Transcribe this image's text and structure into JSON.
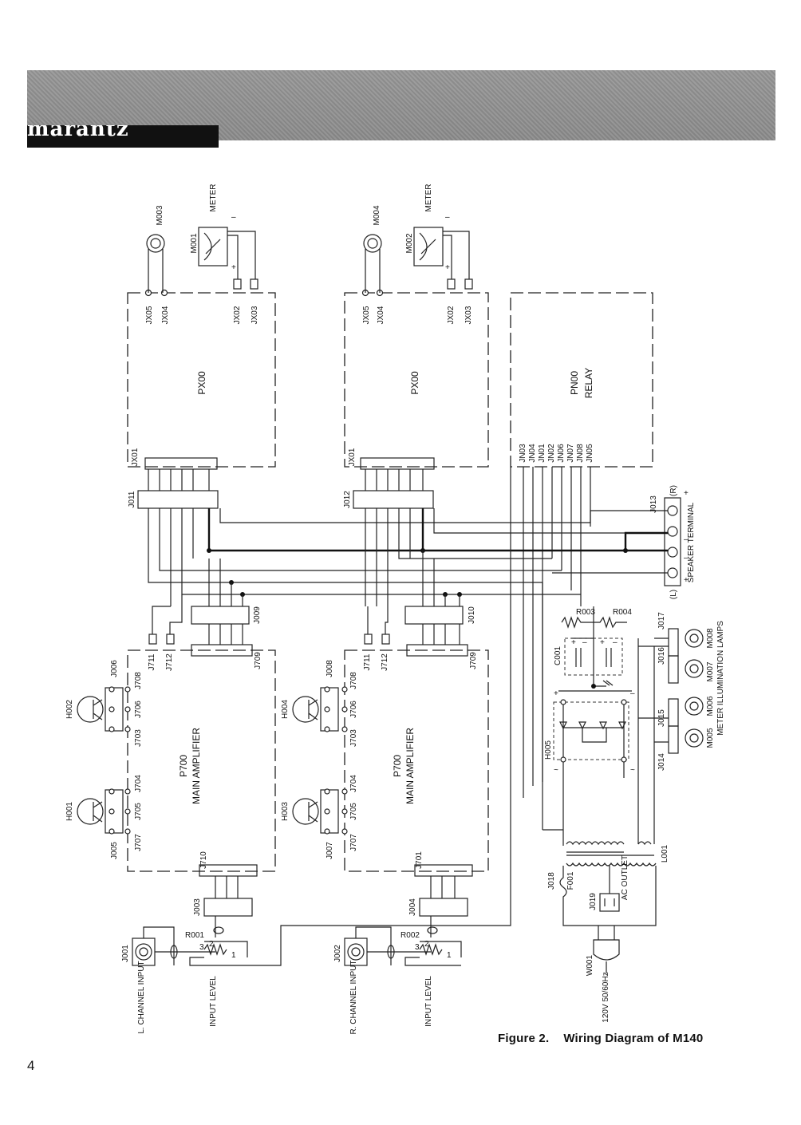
{
  "header": {
    "brand": "marantz"
  },
  "figure": {
    "number": "Figure 2.",
    "title": "Wiring Diagram of M140"
  },
  "page_number": "4",
  "colors": {
    "ink": "#111111",
    "header_gray": "#939393",
    "paper": "#ffffff"
  },
  "top_modules": [
    {
      "ref": "PX00",
      "lamp": "M003",
      "meter": "M001",
      "meter_label": "METER",
      "connector": "J011",
      "port": "JX01",
      "pins": [
        "JX05",
        "JX04",
        "JX02",
        "JX03"
      ]
    },
    {
      "ref": "PX00",
      "lamp": "M004",
      "meter": "M002",
      "meter_label": "METER",
      "connector": "J012",
      "port": "JX01",
      "pins": [
        "JX05",
        "JX04",
        "JX02",
        "JX03"
      ]
    }
  ],
  "relay": {
    "ref": "PN00",
    "name": "RELAY",
    "pins": [
      "JN03",
      "JN04",
      "JN01",
      "JN02",
      "JN06",
      "JN07",
      "JN08",
      "JN05"
    ]
  },
  "speaker_terminal": {
    "ref": "J013",
    "label": "SPEAKER   TERMINAL",
    "left": "(L)",
    "right": "(R)"
  },
  "amplifiers": [
    {
      "ref": "P700",
      "name": "MAIN AMPLIFIER",
      "transistors": [
        "H001",
        "H002"
      ],
      "sockets": [
        "J005",
        "J006"
      ],
      "pins_a": [
        "J707",
        "J705",
        "J704"
      ],
      "pins_b": [
        "J703",
        "J706",
        "J708"
      ],
      "out_connector": "J009",
      "out_port": "J709",
      "in_port": "J710",
      "in_connector": "J003",
      "aux": [
        "J711",
        "J712"
      ]
    },
    {
      "ref": "P700",
      "name": "MAIN AMPLIFIER",
      "transistors": [
        "H003",
        "H004"
      ],
      "sockets": [
        "J007",
        "J008"
      ],
      "pins_a": [
        "J707",
        "J705",
        "J704"
      ],
      "pins_b": [
        "J703",
        "J706",
        "J708"
      ],
      "out_connector": "J010",
      "out_port": "J709",
      "in_port": "J701",
      "in_connector": "J004",
      "aux": [
        "J711",
        "J712"
      ]
    }
  ],
  "inputs": [
    {
      "jack": "J001",
      "label": "L. CHANNEL INPUT",
      "pot": "R001",
      "level": "INPUT LEVEL"
    },
    {
      "jack": "J002",
      "label": "R. CHANNEL INPUT",
      "pot": "R002",
      "level": "INPUT LEVEL"
    }
  ],
  "power": {
    "resistors": [
      "R003",
      "R004"
    ],
    "capacitor": "C001",
    "bridge": "H005",
    "transformer": "L001",
    "fuse": "F001",
    "fuse_ref": "J018",
    "outlet_ref": "J019",
    "outlet_label": "AC OUTLET",
    "plug": "W001",
    "mains": "120V 50/60Hz"
  },
  "lamps": {
    "refs": [
      "M005",
      "M006",
      "M007",
      "M008"
    ],
    "sockets": [
      "J014",
      "J015",
      "J016",
      "J017"
    ],
    "label": "METER  ILLUMINATION  LAMPS"
  }
}
